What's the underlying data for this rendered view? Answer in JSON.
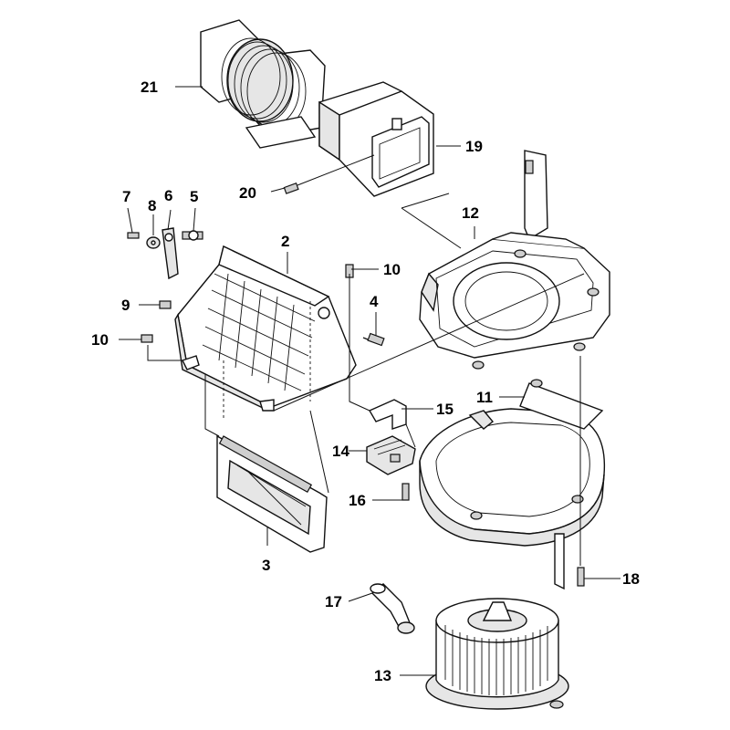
{
  "callouts": {
    "c2": "2",
    "c3": "3",
    "c4": "4",
    "c5": "5",
    "c6": "6",
    "c7": "7",
    "c8": "8",
    "c9": "9",
    "c10a": "10",
    "c10b": "10",
    "c11": "11",
    "c12": "12",
    "c13": "13",
    "c14": "14",
    "c15": "15",
    "c16": "16",
    "c17": "17",
    "c18": "18",
    "c19": "19",
    "c20": "20",
    "c21": "21"
  }
}
